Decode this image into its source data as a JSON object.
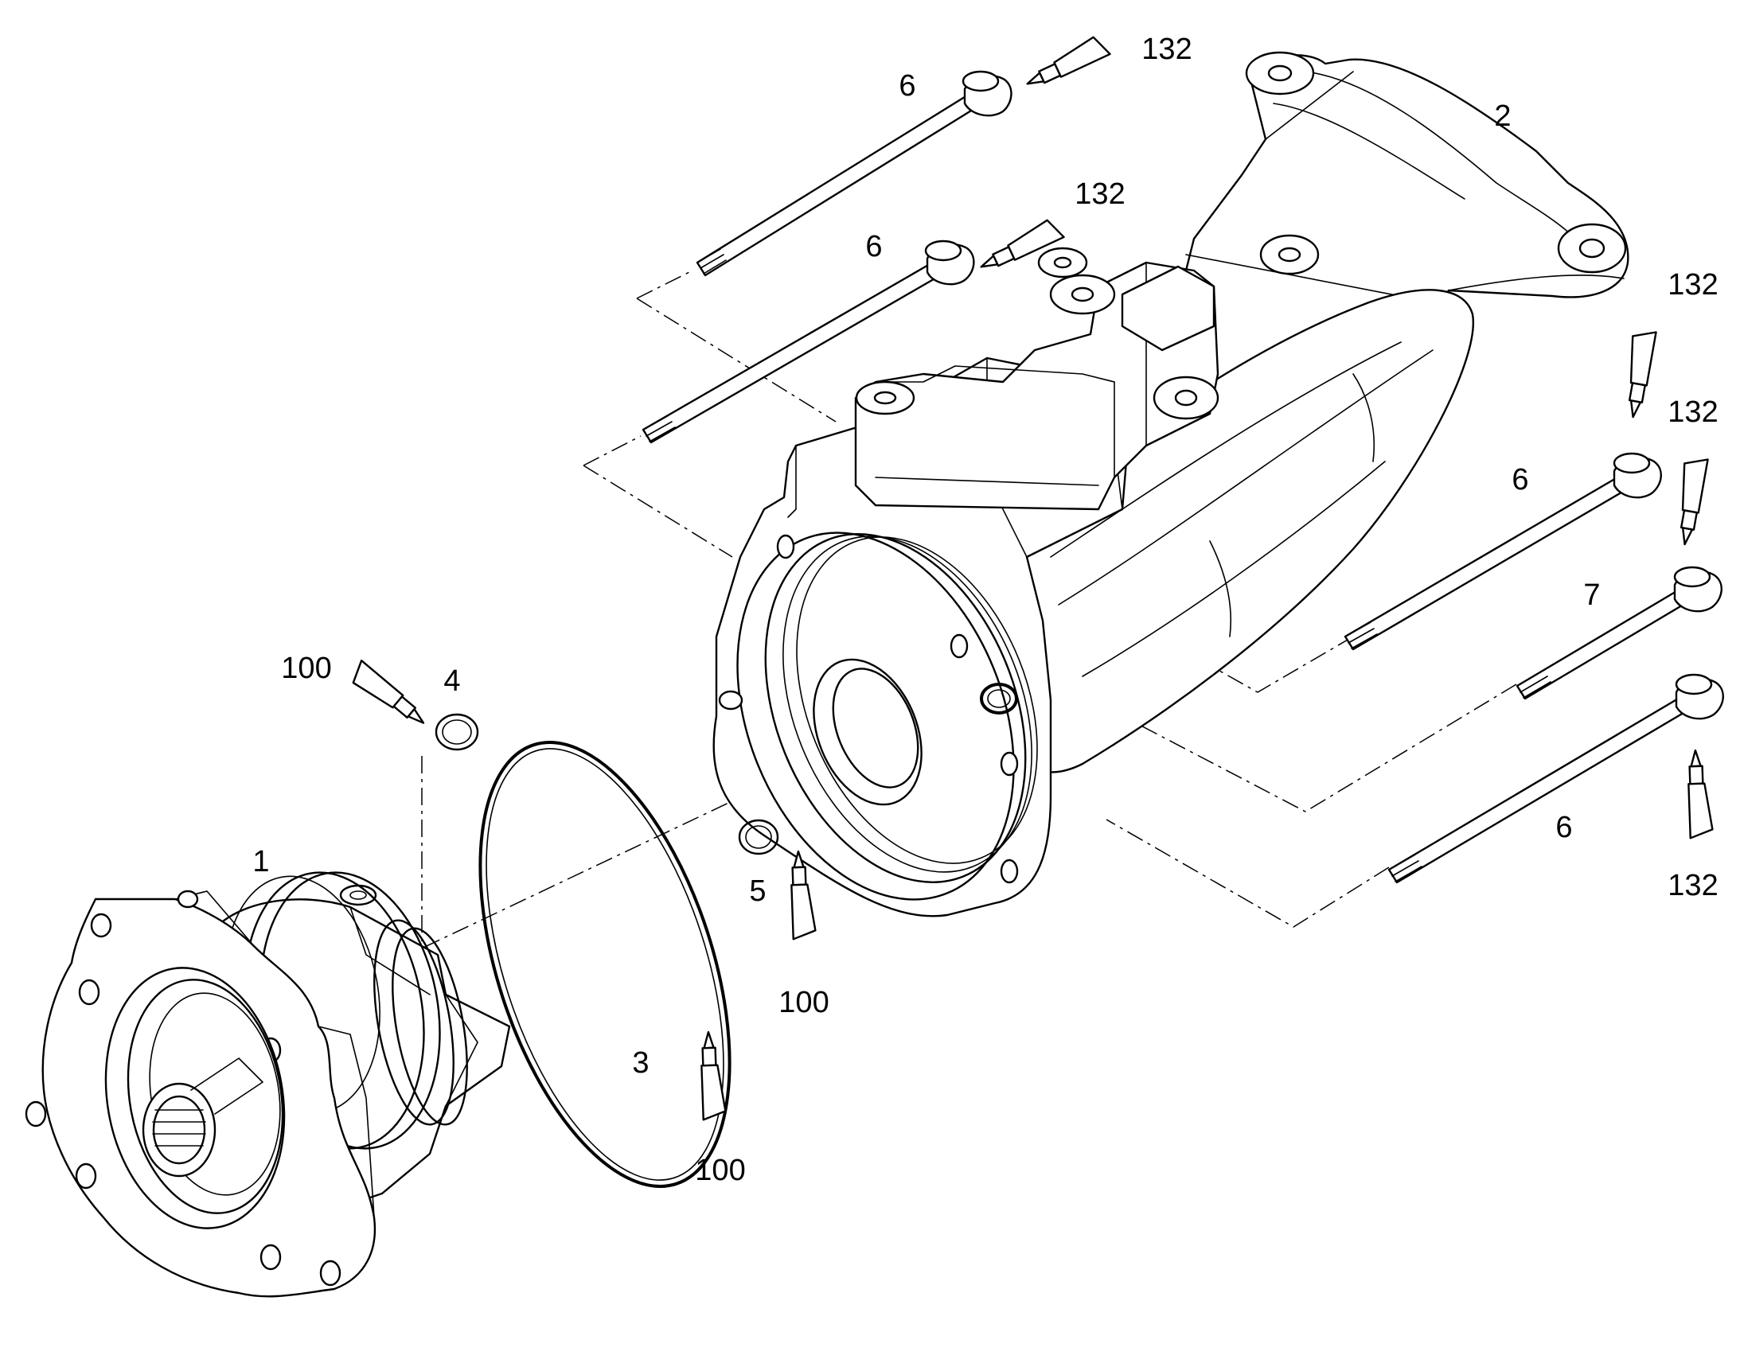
{
  "callouts": {
    "c_1": "1",
    "c_2": "2",
    "c_3": "3",
    "c_4": "4",
    "c_5": "5",
    "c_6a": "6",
    "c_6b": "6",
    "c_6c": "6",
    "c_6d": "6",
    "c_7": "7",
    "c_100a": "100",
    "c_100b": "100",
    "c_100c": "100",
    "c_132a": "132",
    "c_132b": "132",
    "c_132c": "132",
    "c_132d": "132",
    "c_132e": "132"
  },
  "colors": {
    "line": "#000000",
    "background": "#ffffff"
  }
}
